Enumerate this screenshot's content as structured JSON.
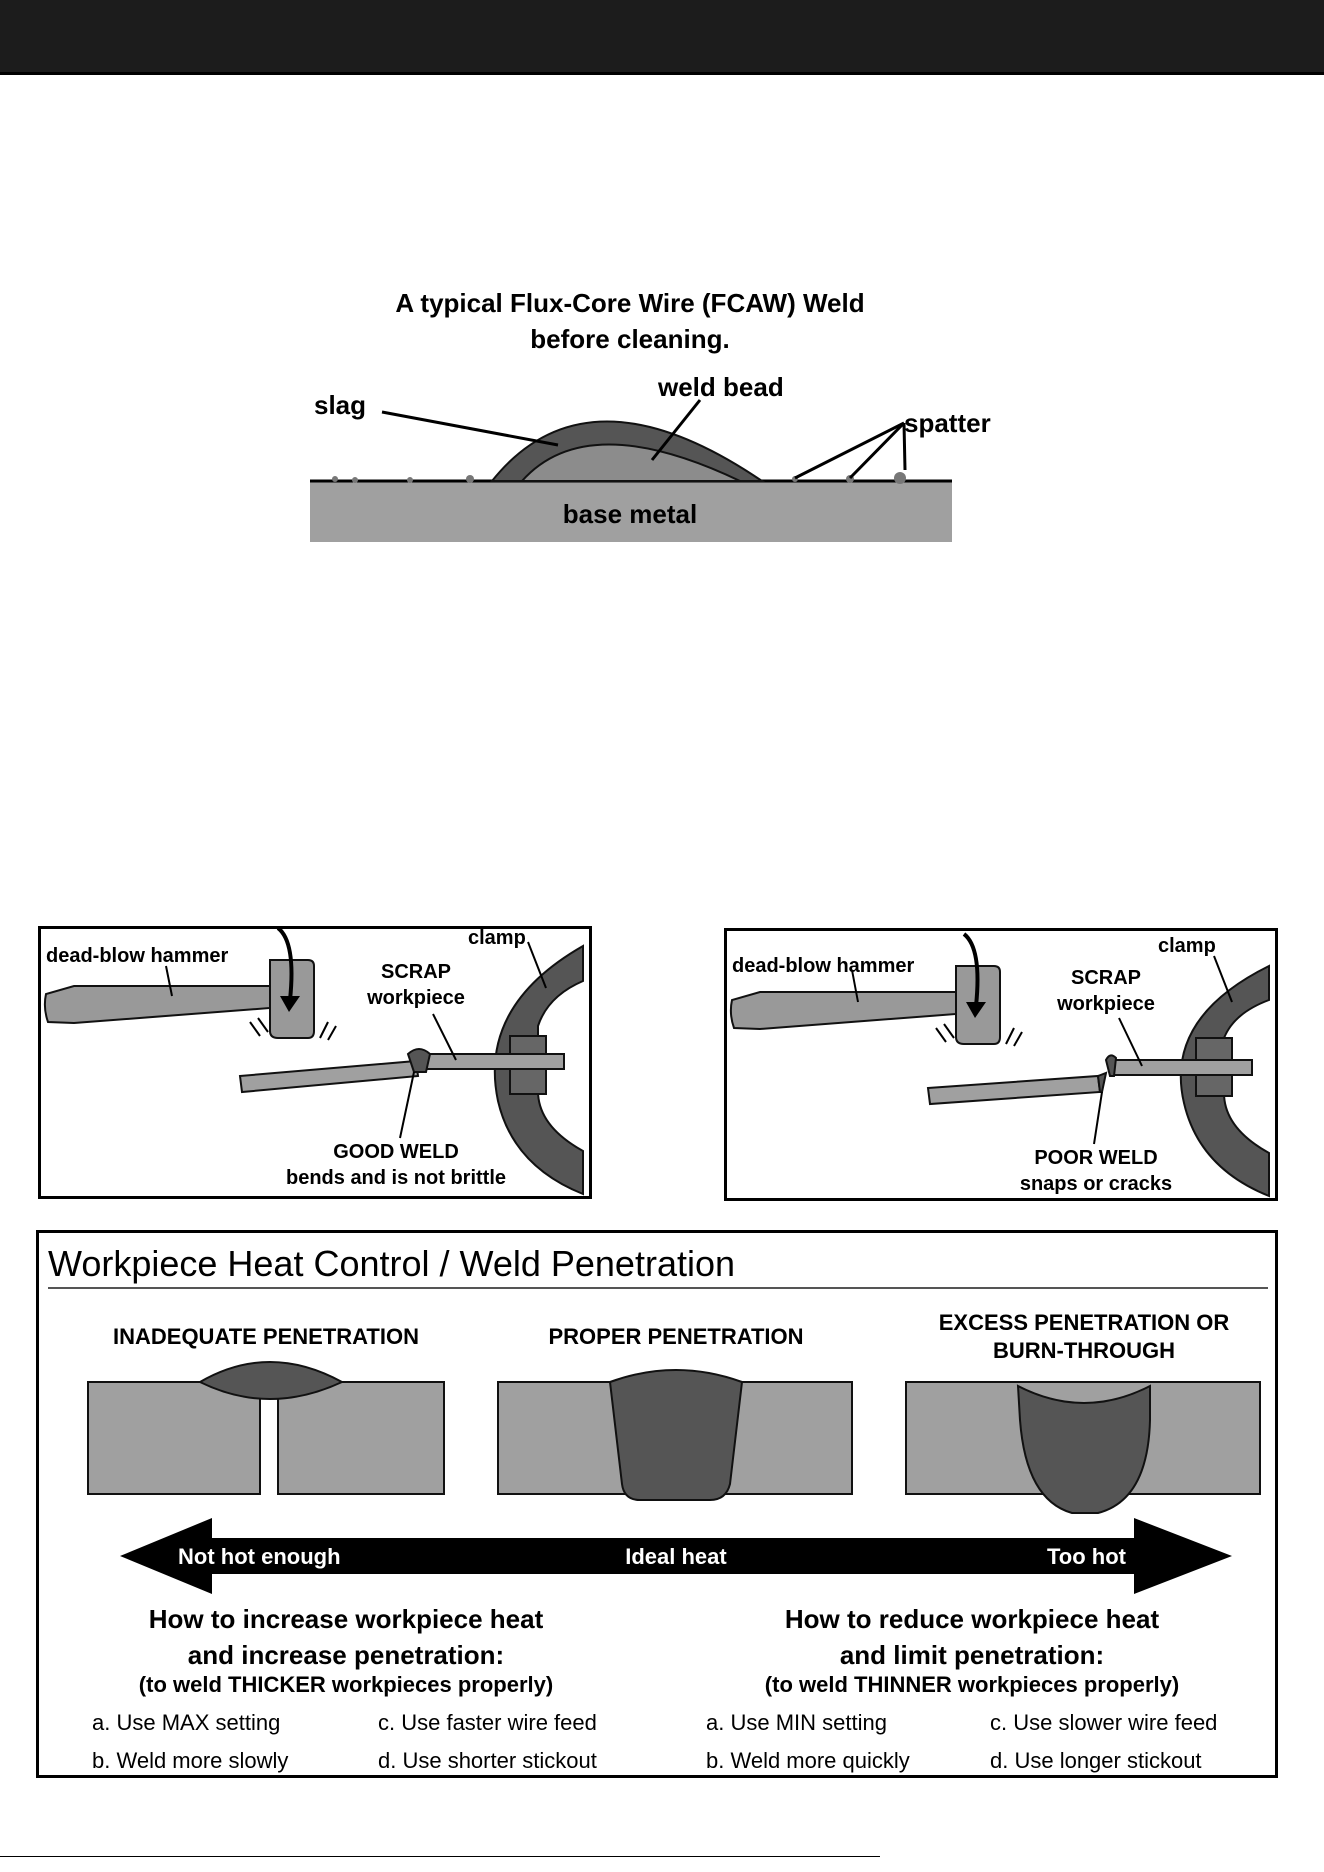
{
  "fcaw_diagram": {
    "title_line1": "A typical Flux-Core Wire (FCAW) Weld",
    "title_line2": "before cleaning.",
    "label_slag": "slag",
    "label_weld_bead": "weld bead",
    "label_spatter": "spatter",
    "label_base_metal": "base metal"
  },
  "bend_test_good": {
    "label_hammer": "dead-blow hammer",
    "label_clamp": "clamp",
    "label_scrap_1": "SCRAP",
    "label_scrap_2": "workpiece",
    "result_title": "GOOD WELD",
    "result_desc": "bends and is not brittle"
  },
  "bend_test_poor": {
    "label_hammer": "dead-blow hammer",
    "label_clamp": "clamp",
    "label_scrap_1": "SCRAP",
    "label_scrap_2": "workpiece",
    "result_title": "POOR WELD",
    "result_desc": "snaps or cracks"
  },
  "heat_control": {
    "title": "Workpiece Heat Control / Weld Penetration",
    "inadequate": "INADEQUATE PENETRATION",
    "proper": "PROPER PENETRATION",
    "excess_1": "EXCESS PENETRATION OR",
    "excess_2": "BURN-THROUGH",
    "arrow_left": "Not hot enough",
    "arrow_mid": "Ideal heat",
    "arrow_right": "Too hot",
    "increase": {
      "heading_1": "How to increase workpiece heat",
      "heading_2": "and increase penetration:",
      "sub": "(to weld THICKER workpieces properly)",
      "a": "a. Use MAX setting",
      "b": "b. Weld more slowly",
      "c": "c. Use faster wire feed",
      "d": "d. Use shorter stickout"
    },
    "reduce": {
      "heading_1": "How to reduce workpiece heat",
      "heading_2": "and limit penetration:",
      "sub": "(to weld THINNER workpieces properly)",
      "a": "a. Use MIN setting",
      "b": "b. Weld more quickly",
      "c": "c. Use slower wire feed",
      "d": "d. Use longer stickout"
    }
  }
}
